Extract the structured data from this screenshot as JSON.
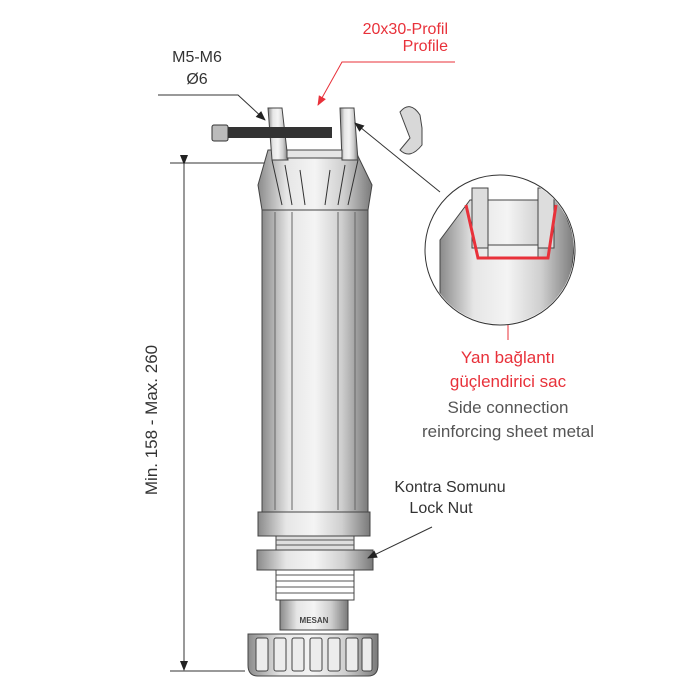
{
  "labels": {
    "screw_size": "M5-M6",
    "screw_diameter": "Ø6",
    "profile_tr": "20x30-Profil",
    "profile_en": "Profile",
    "side_tr_1": "Yan bağlantı",
    "side_tr_2": "güçlendirici sac",
    "side_en_1": "Side connection",
    "side_en_2": "reinforcing sheet metal",
    "locknut_tr": "Kontra Somunu",
    "locknut_en": "Lock Nut",
    "height_range": "Min. 158 - Max. 260",
    "brand": "MESAN"
  },
  "colors": {
    "accent_red": "#e8313a",
    "text": "#333333"
  }
}
